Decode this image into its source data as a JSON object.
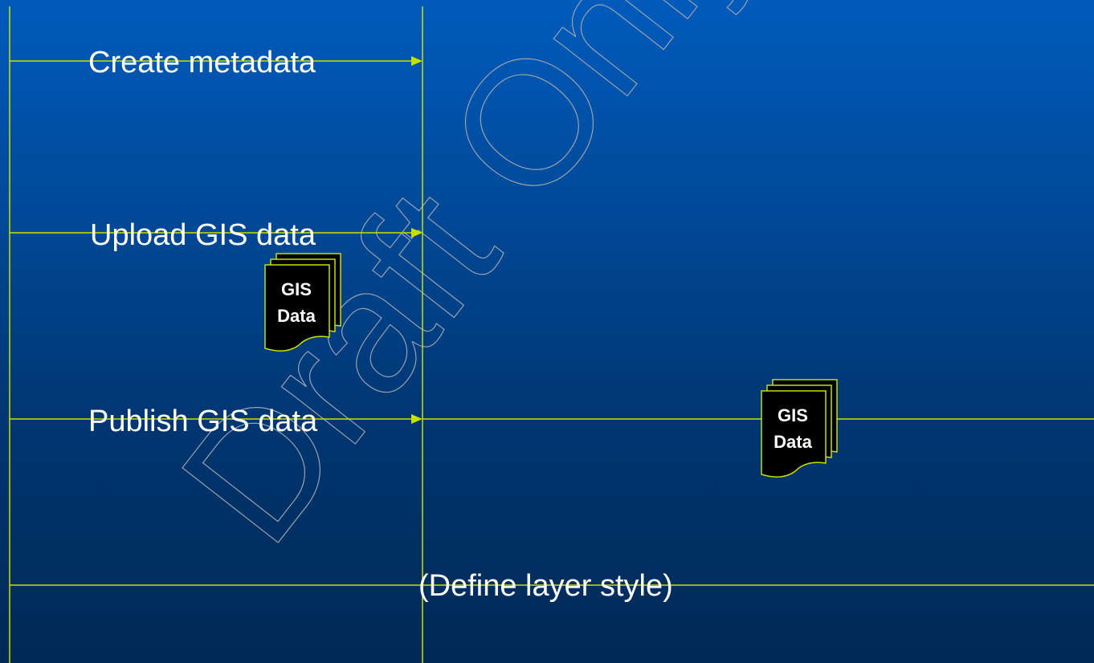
{
  "steps": {
    "create_metadata": "Create metadata",
    "upload_gis_data": "Upload GIS data",
    "publish_gis_data": "Publish GIS data",
    "define_layer_style": "(Define layer style)"
  },
  "data_icon": {
    "line1": "GIS",
    "line2": "Data"
  },
  "watermark": "Draft Only",
  "colors": {
    "line": "#c8e000",
    "label": "#ffffff",
    "icon_fill": "#000000",
    "watermark_stroke": "#9aa3b0"
  }
}
